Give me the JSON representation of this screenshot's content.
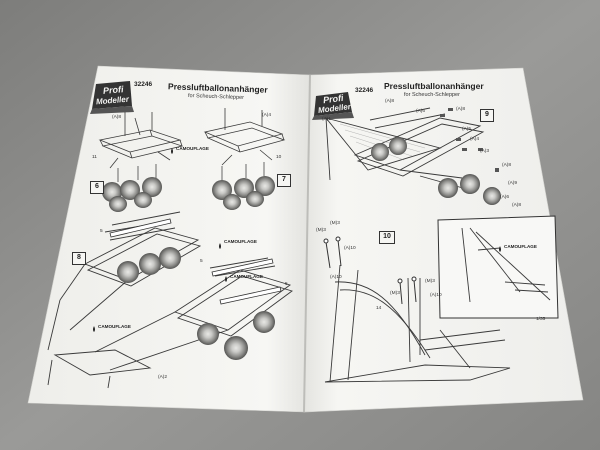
{
  "booklet": {
    "left_page": {
      "product_code": "32246",
      "title": "Pressluftballonanhänger",
      "subtitle": "for Scheuch-Schlepper",
      "logo_word1": "Profi",
      "logo_word2": "Modeller",
      "step6": "6",
      "step7": "7",
      "step8": "8",
      "camouflage": "CAMOUFLAGE",
      "part_refs": [
        "(A)8",
        "(A)4",
        "11",
        "10",
        "5",
        "5",
        "5",
        "(A)2"
      ]
    },
    "right_page": {
      "product_code": "32246",
      "title": "Pressluftballonanhänger",
      "subtitle": "for Scheuch-Schlepper",
      "logo_word1": "Profi",
      "logo_word2": "Modeller",
      "step9": "9",
      "step10": "10",
      "camouflage": "CAMOUFLAGE",
      "part_refs": [
        "(A)1",
        "(A)8",
        "(A)6",
        "(A)8",
        "(A)5",
        "(A)4",
        "(A)3",
        "(A)8",
        "(M)3",
        "(M)3",
        "(A)10",
        "(M)3",
        "(M)3",
        "(A)10",
        "14",
        "(A)10",
        "(A)9",
        "(A)6",
        "(A)8"
      ],
      "corner_note": "1/35"
    }
  },
  "colors": {
    "background": "#8e8e8c",
    "paper": "#f5f5f2",
    "line_art": "#3a3a3a"
  }
}
